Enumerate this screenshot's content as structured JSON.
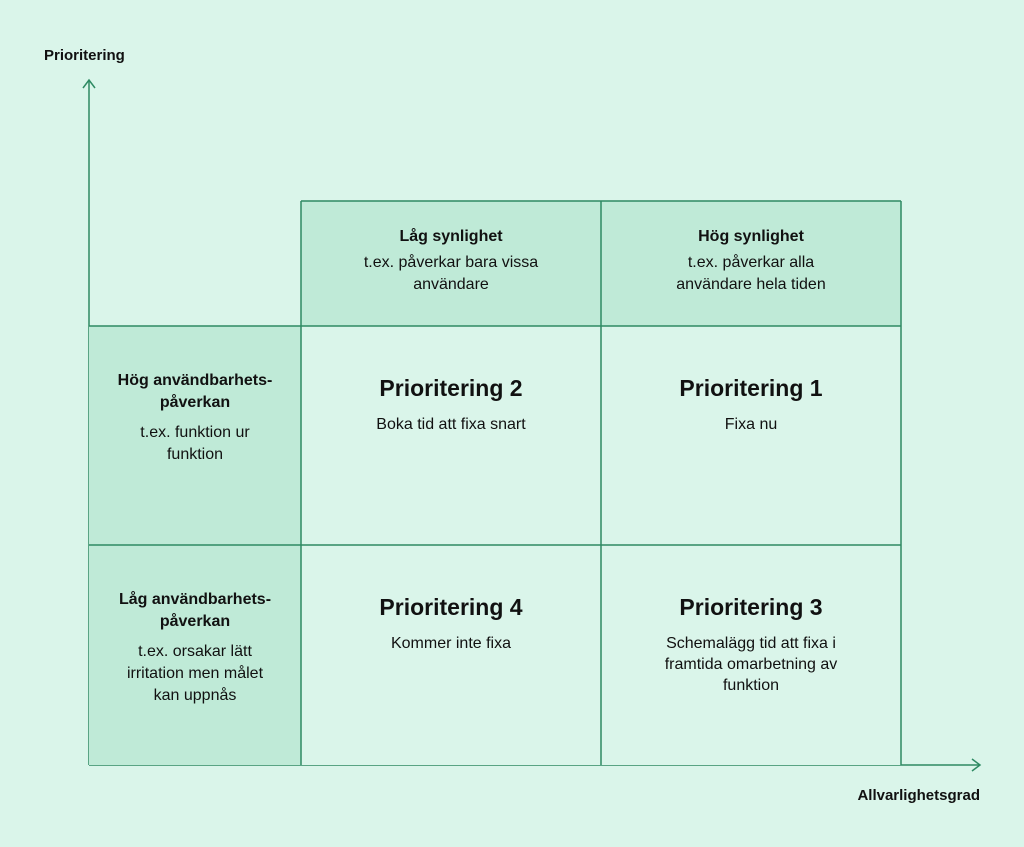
{
  "axes": {
    "y_label": "Prioritering",
    "x_label": "Allvarlighetsgrad"
  },
  "columns": [
    {
      "title": "Låg synlighet",
      "subtitle": "t.ex. påverkar bara vissa användare"
    },
    {
      "title": "Hög synlighet",
      "subtitle": "t.ex. påverkar alla användare hela tiden"
    }
  ],
  "rows": [
    {
      "title": "Hög användbarhets-påverkan",
      "subtitle": "t.ex. funktion ur funktion"
    },
    {
      "title": "Låg användbarhets-påverkan",
      "subtitle": "t.ex. orsakar lätt irritation men målet kan uppnås"
    }
  ],
  "cells": {
    "p2": {
      "title": "Prioritering 2",
      "subtitle": "Boka tid att fixa snart"
    },
    "p1": {
      "title": "Prioritering 1",
      "subtitle": "Fixa nu"
    },
    "p4": {
      "title": "Prioritering 4",
      "subtitle": "Kommer inte fixa"
    },
    "p3": {
      "title": "Prioritering 3",
      "subtitle": "Schemalägg tid att fixa i framtida omarbetning av funktion"
    }
  },
  "colors": {
    "background": "#daf5ea",
    "header_fill": "#bfead7",
    "line": "#2e8a63"
  }
}
